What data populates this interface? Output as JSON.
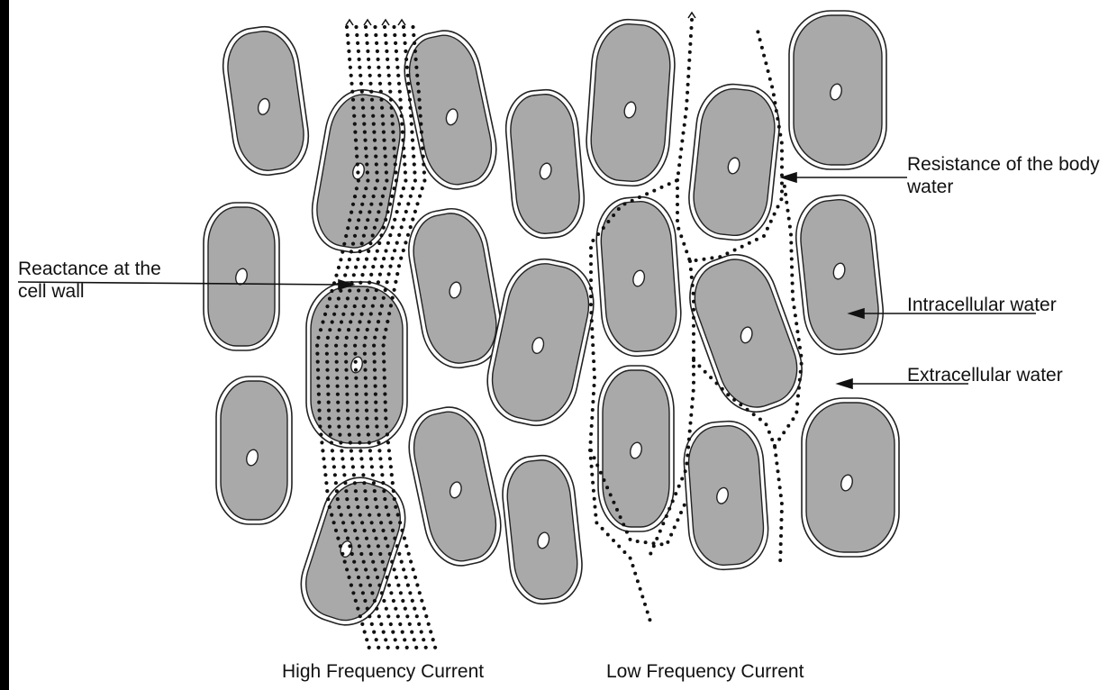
{
  "labels": {
    "reactance": "Reactance at the cell wall",
    "resistance": "Resistance of the body water",
    "intracellular": "Intracellular water",
    "extracellular": "Extracellular water",
    "high_frequency": "High Frequency Current",
    "low_frequency": "Low Frequency Current"
  },
  "colors": {
    "cell_fill": "#a9a9a9",
    "cell_outline": "#222222",
    "membrane": "#ffffff",
    "background": "#ffffff",
    "frame": "#000000",
    "dots": "#111111"
  }
}
